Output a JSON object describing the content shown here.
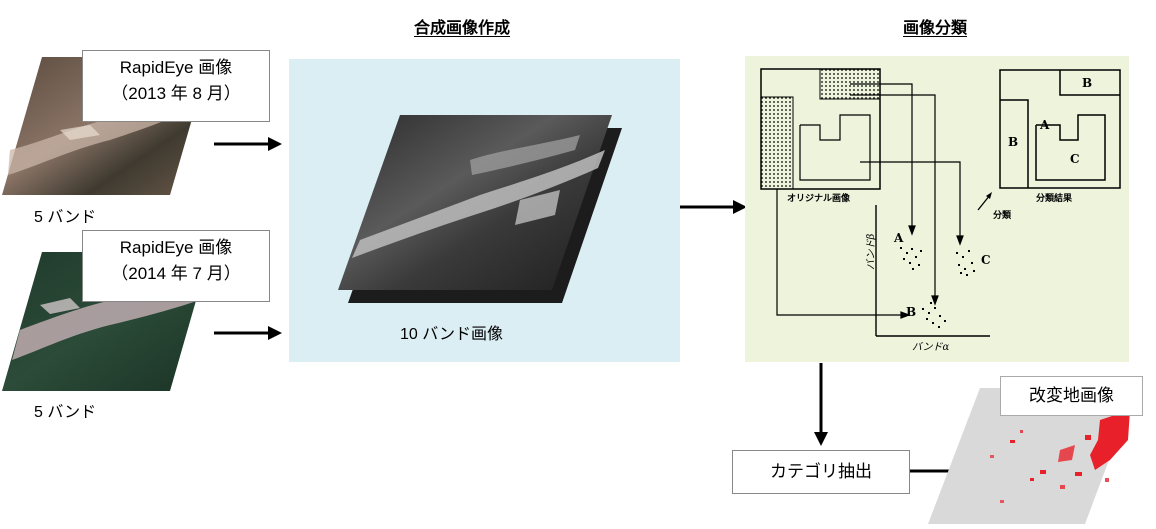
{
  "titles": {
    "composite": "合成画像作成",
    "classification": "画像分類"
  },
  "inputs": [
    {
      "line1": "RapidEye 画像",
      "line2": "（2013 年 8 月）",
      "bands": "5 バンド"
    },
    {
      "line1": "RapidEye 画像",
      "line2": "（2014 年 7 月）",
      "bands": "5 バンド"
    }
  ],
  "composite": {
    "caption": "10 バンド画像"
  },
  "classification_diagram": {
    "original_label": "オリジナル画像",
    "result_label": "分類結果",
    "arrow_label": "分類",
    "axis_x": "バンドα",
    "axis_y": "バンドβ",
    "classes": [
      "A",
      "B",
      "C"
    ]
  },
  "extract": {
    "label": "カテゴリ抽出"
  },
  "output": {
    "label": "改変地画像"
  },
  "colors": {
    "composite_panel": "#dbeef4",
    "classification_panel": "#eef3dc",
    "change_pixels": "#e8202a"
  }
}
